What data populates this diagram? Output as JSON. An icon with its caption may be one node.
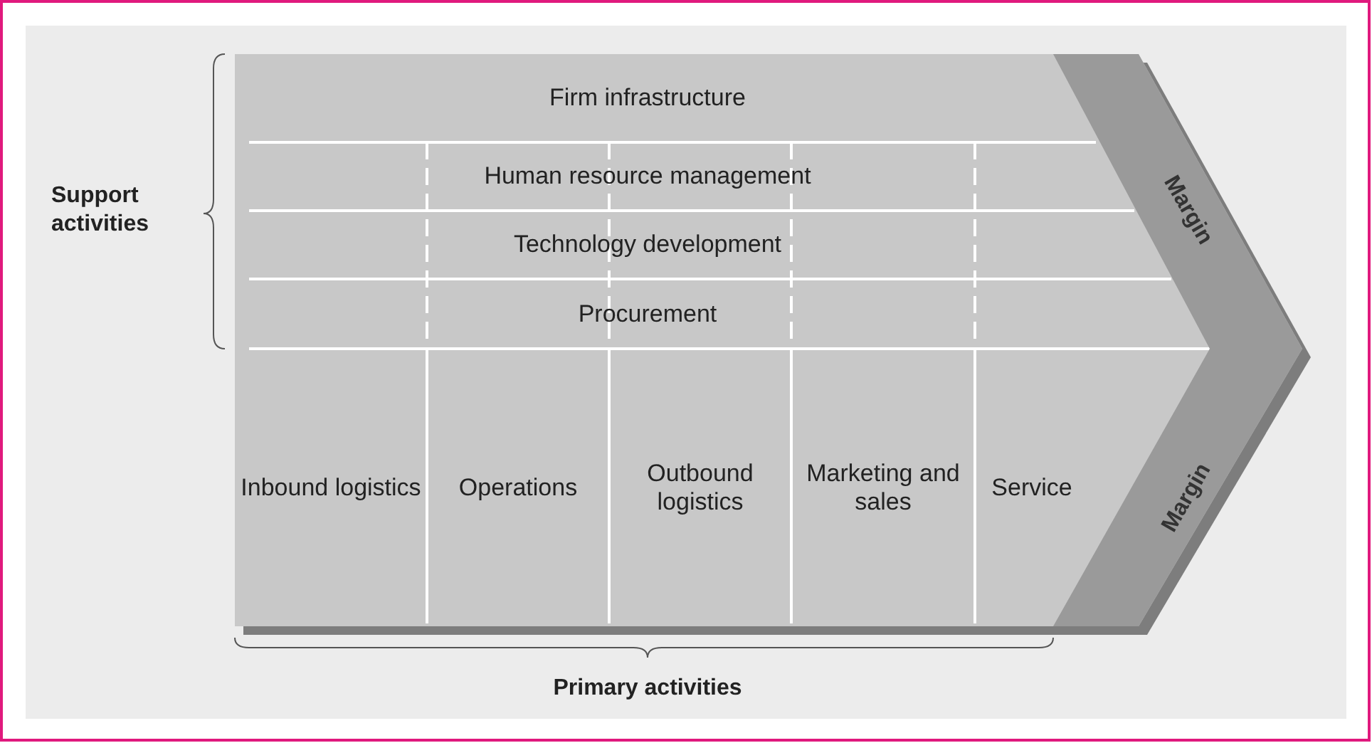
{
  "diagram": {
    "nodes": [
      {
        "text": [
          "Firm infrastructure"
        ]
      },
      {
        "text": [
          "Human resource management"
        ]
      },
      {
        "text": [
          "Technology development"
        ]
      },
      {
        "text": [
          "Procurement"
        ]
      },
      {
        "text": [
          "Inbound logistics"
        ]
      },
      {
        "text": [
          "Operations"
        ]
      },
      {
        "text": [
          "Outbound logistics"
        ]
      },
      {
        "text": [
          "Marketing and sales"
        ]
      },
      {
        "text": [
          "Service"
        ]
      },
      {
        "text": [
          "Margin",
          "Margin"
        ]
      }
    ],
    "labels": [
      "Support activities",
      "Primary activities"
    ]
  }
}
